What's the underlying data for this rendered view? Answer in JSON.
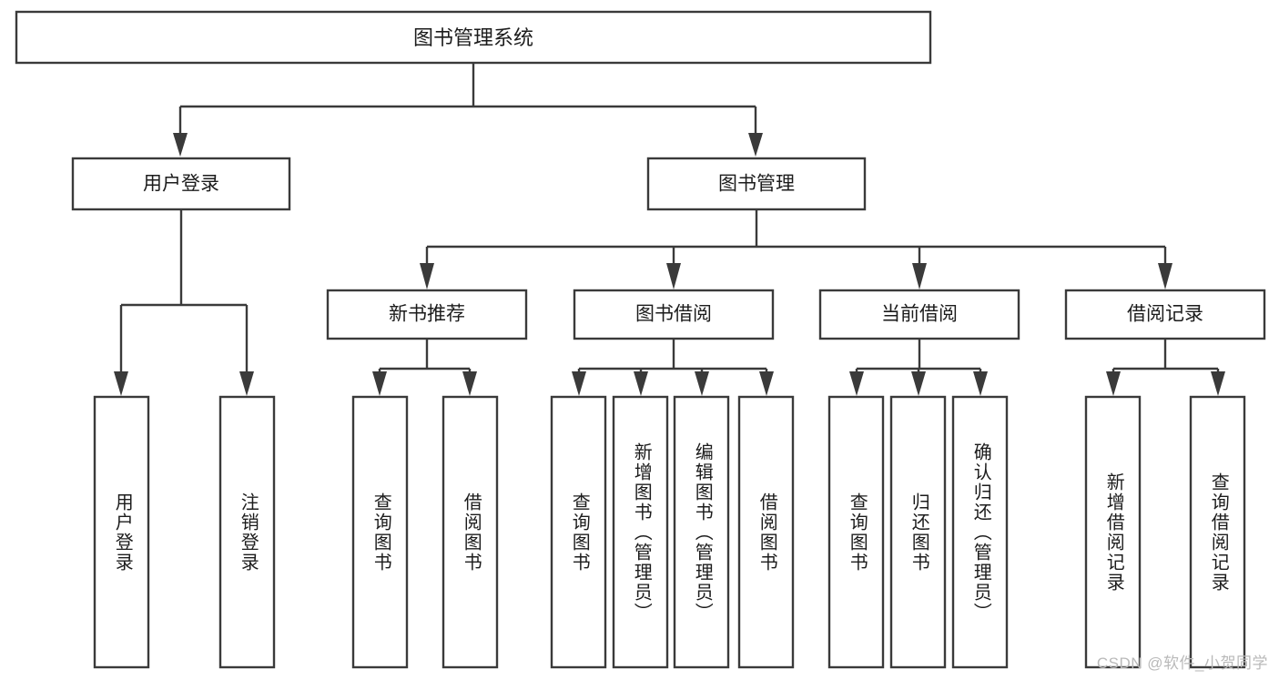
{
  "diagram": {
    "type": "tree",
    "title": "图书管理系统",
    "watermark": "CSDN @软件_小贺同学",
    "colors": {
      "stroke": "#3a3a3a",
      "box_fill": "#ffffff",
      "text": "#1c1c1c",
      "background": "#ffffff",
      "watermark": "#b9b9b9"
    },
    "levels": {
      "root": {
        "label": "图书管理系统"
      },
      "level1": [
        {
          "label": "用户登录"
        },
        {
          "label": "图书管理"
        }
      ],
      "level2": [
        {
          "label": "新书推荐"
        },
        {
          "label": "图书借阅"
        },
        {
          "label": "当前借阅"
        },
        {
          "label": "借阅记录"
        }
      ]
    },
    "leaves": {
      "user_login": [
        {
          "label": "用户登录"
        },
        {
          "label": "注销登录"
        }
      ],
      "new_book_recommend": [
        {
          "label": "查询图书"
        },
        {
          "label": "借阅图书"
        }
      ],
      "book_borrow": [
        {
          "label": "查询图书"
        },
        {
          "label": "新增图书（管理员）"
        },
        {
          "label": "编辑图书（管理员）"
        },
        {
          "label": "借阅图书"
        }
      ],
      "current_borrow": [
        {
          "label": "查询图书"
        },
        {
          "label": "归还图书"
        },
        {
          "label": "确认归还（管理员）"
        }
      ],
      "borrow_records": [
        {
          "label": "新增借阅记录"
        },
        {
          "label": "查询借阅记录"
        }
      ]
    }
  }
}
